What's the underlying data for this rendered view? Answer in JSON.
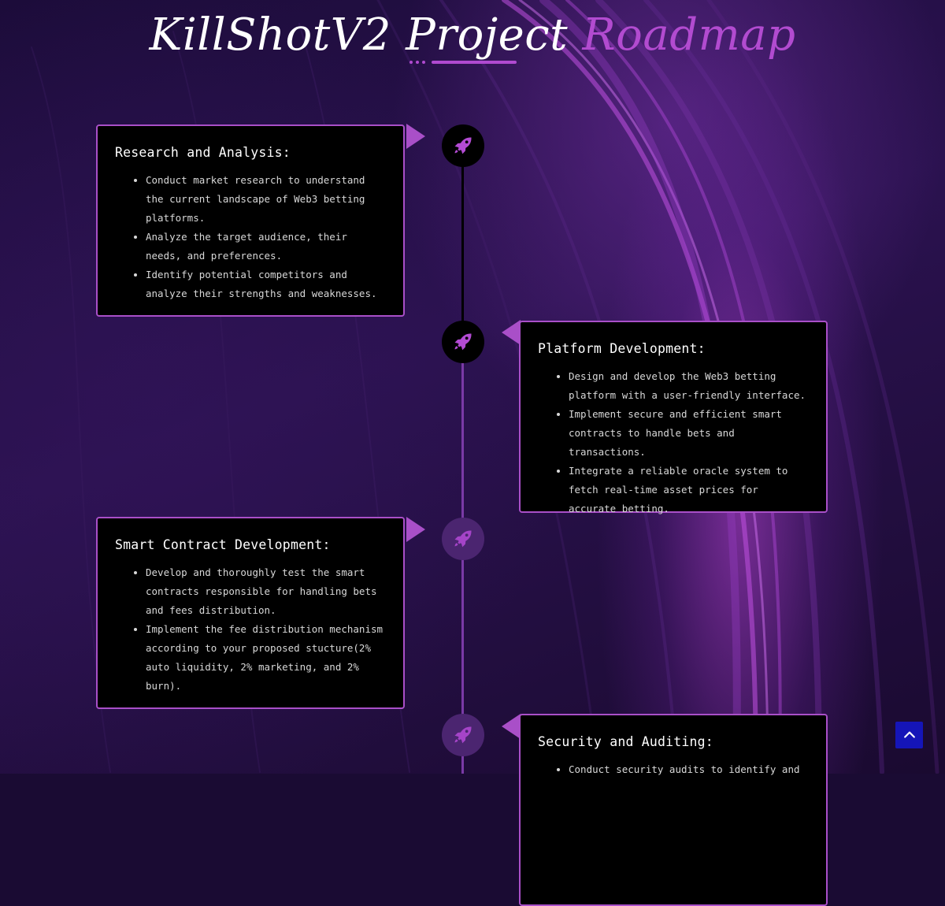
{
  "header": {
    "title_main": "KillShotV2 Project",
    "title_accent": "Roadmap"
  },
  "colors": {
    "accent": "#b24bd0",
    "card_bg": "#000000",
    "card_border": "#a94fc8",
    "scroll_top_bg": "#1515b8"
  },
  "timeline": [
    {
      "title": "Research and Analysis:",
      "items": [
        "Conduct market research to understand the current landscape of Web3 betting platforms.",
        "Analyze the target audience, their needs, and preferences.",
        "Identify potential competitors and analyze their strengths and weaknesses."
      ]
    },
    {
      "title": "Platform Development:",
      "items": [
        "Design and develop the Web3 betting platform with a user-friendly interface.",
        "Implement secure and efficient smart contracts to handle bets and transactions.",
        "Integrate a reliable oracle system to fetch real-time asset prices for accurate betting."
      ]
    },
    {
      "title": "Smart Contract Development:",
      "items": [
        "Develop and thoroughly test the smart contracts responsible for handling bets and fees distribution.",
        "Implement the fee distribution mechanism according to your proposed stucture(2% auto liquidity, 2% marketing, and 2% burn)."
      ]
    },
    {
      "title": "Security and Auditing:",
      "items": [
        "Conduct security audits to identify and"
      ]
    }
  ],
  "icons": {
    "milestone": "rocket-icon",
    "scroll_top": "chevron-up-icon"
  }
}
